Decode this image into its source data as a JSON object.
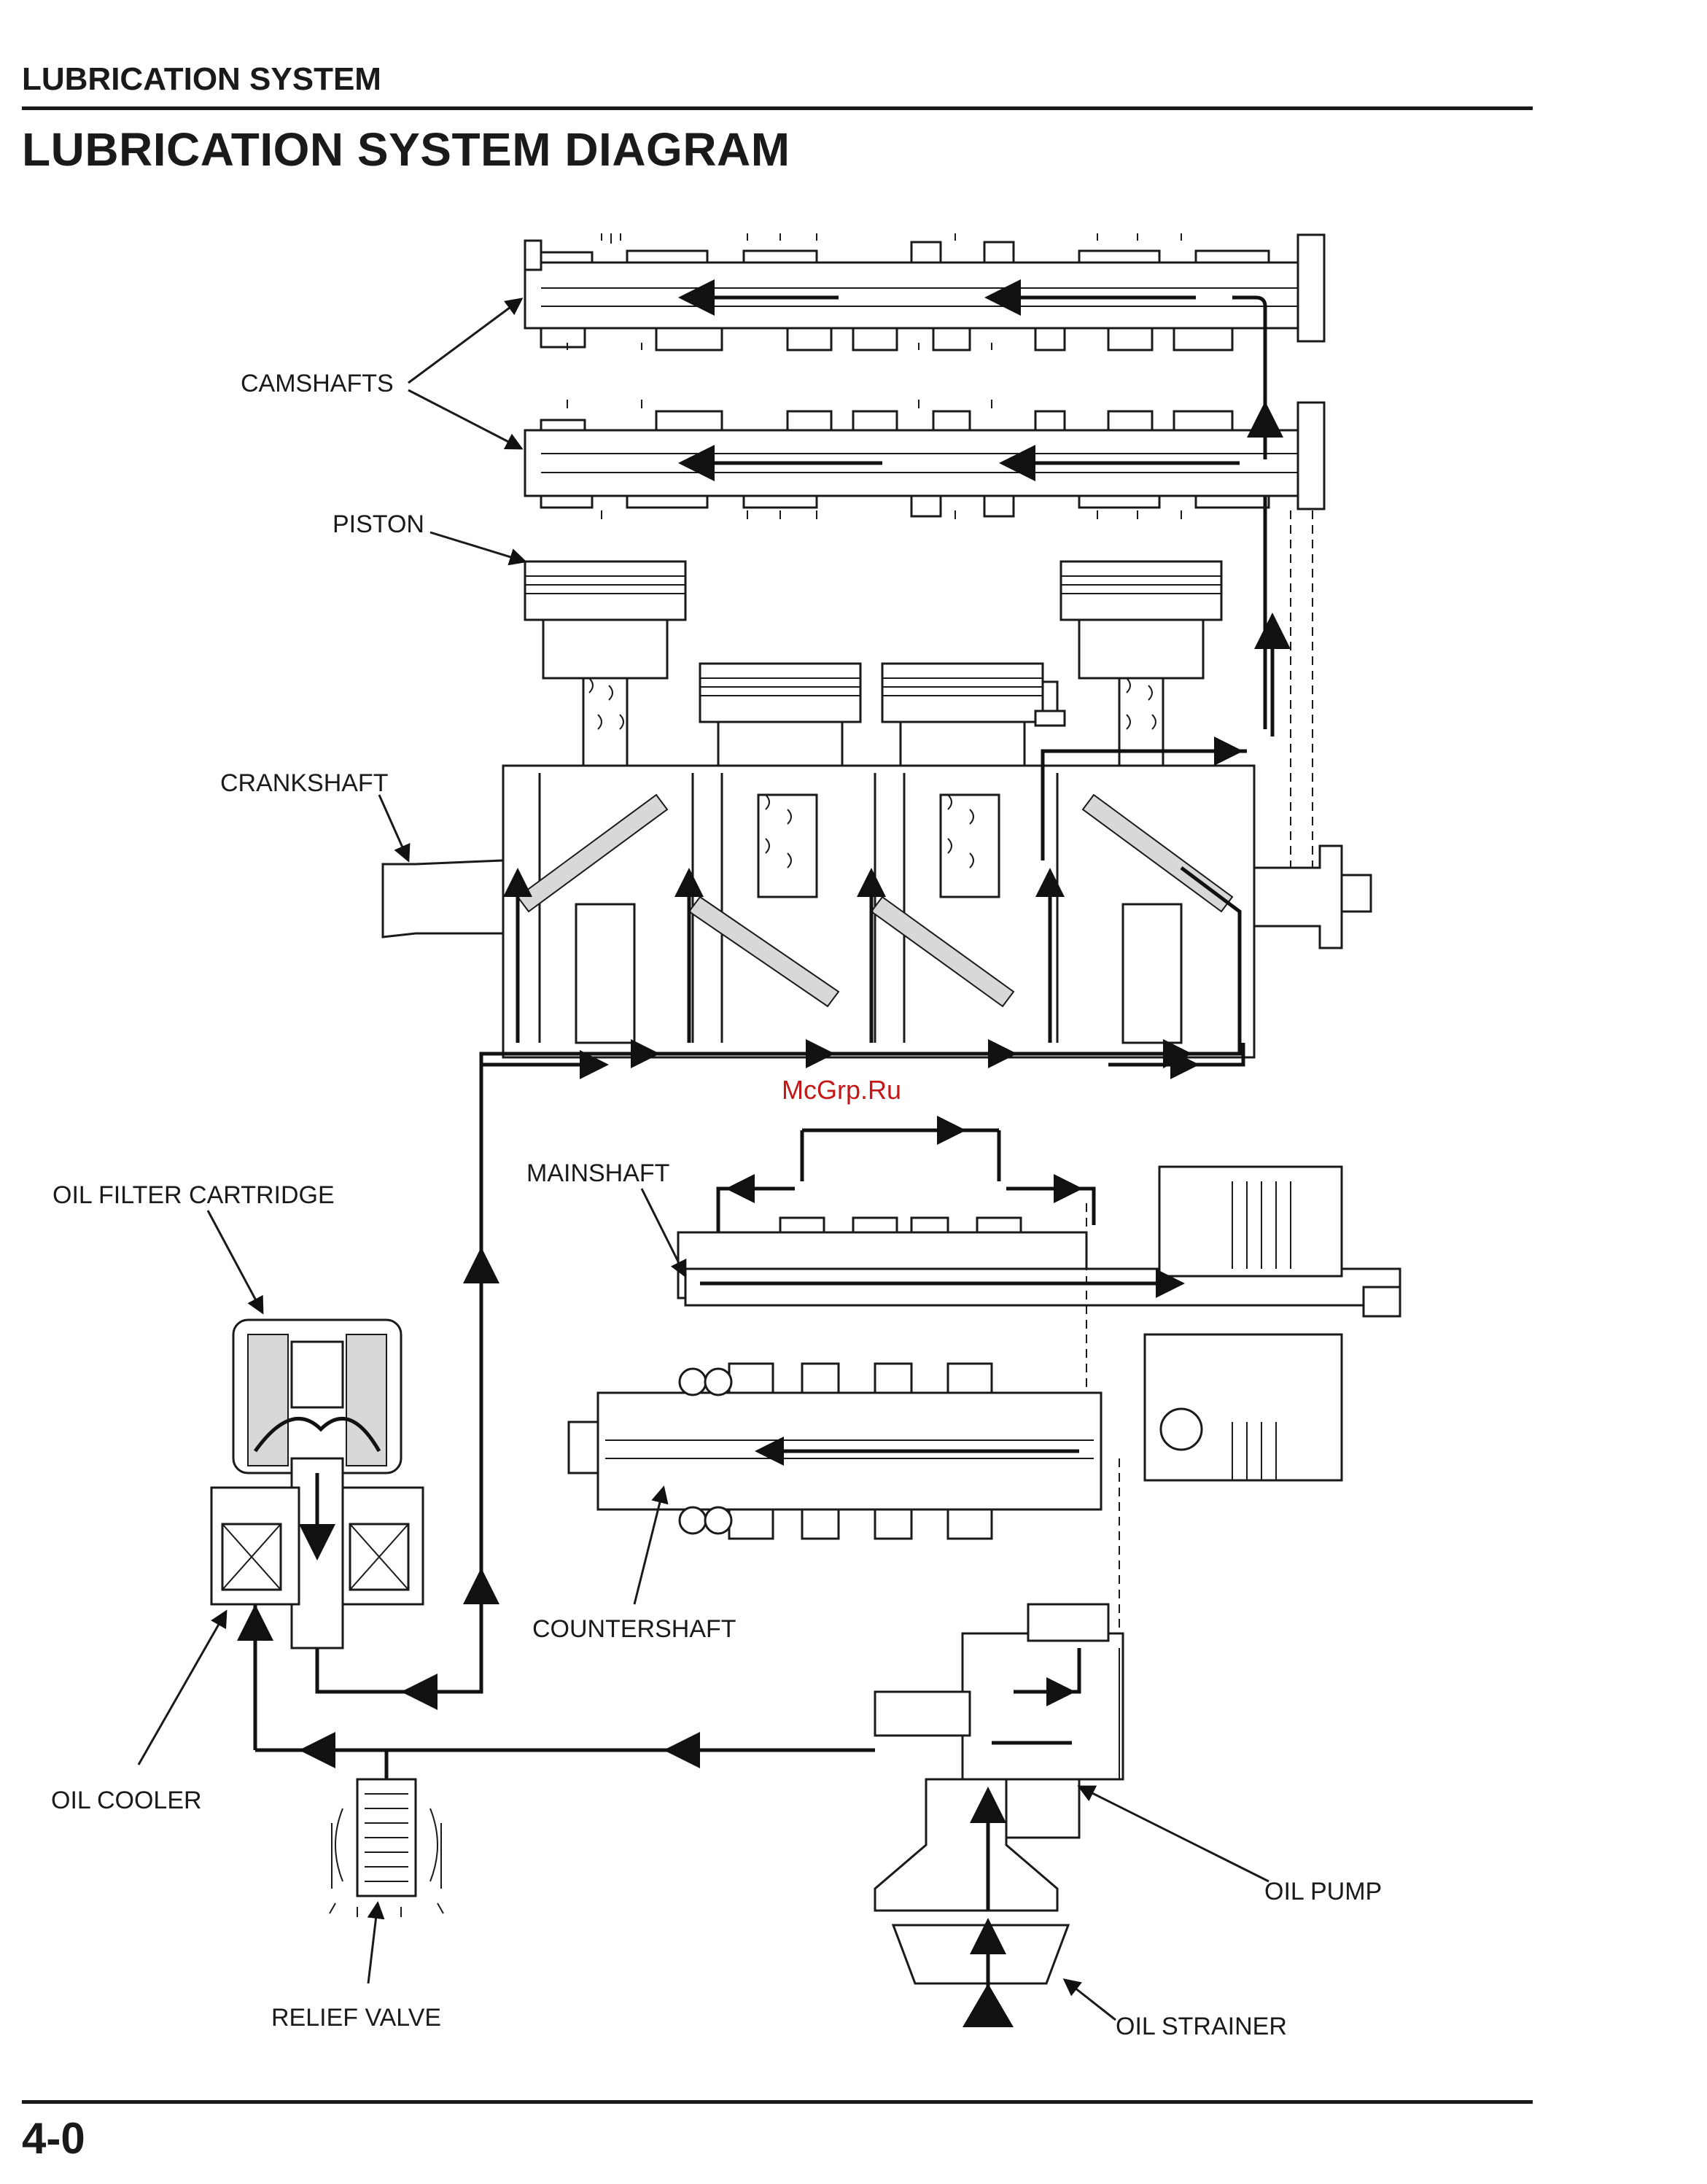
{
  "header": {
    "section": "LUBRICATION SYSTEM",
    "title": "LUBRICATION SYSTEM DIAGRAM"
  },
  "footer": {
    "page_number": "4-0"
  },
  "watermark": "McGrp.Ru",
  "labels": {
    "camshafts": "CAMSHAFTS",
    "piston": "PISTON",
    "crankshaft": "CRANKSHAFT",
    "mainshaft": "MAINSHAFT",
    "oil_filter": "OIL FILTER CARTRIDGE",
    "countershaft": "COUNTERSHAFT",
    "oil_cooler": "OIL COOLER",
    "oil_pump": "OIL PUMP",
    "relief_valve": "RELIEF VALVE",
    "oil_strainer": "OIL STRAINER"
  }
}
